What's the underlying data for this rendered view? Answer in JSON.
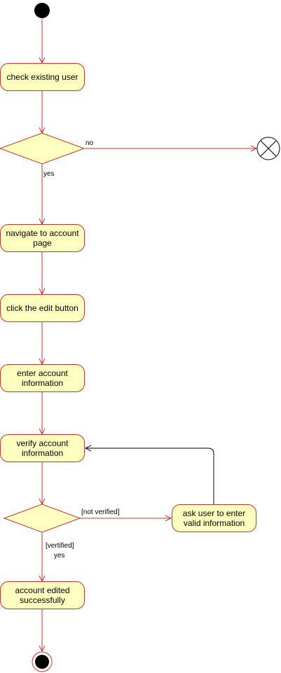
{
  "colors": {
    "flow": "#c4342c",
    "fill": "#ffffc0",
    "return": "#000000"
  },
  "activities": {
    "check_user": "check existing user",
    "navigate_line1": "navigate to account",
    "navigate_line2": "page",
    "click_edit": "click the edit button",
    "enter_line1": "enter account",
    "enter_line2": "information",
    "verify_line1": "verify account",
    "verify_line2": "information",
    "ask_line1": "ask user to enter",
    "ask_line2": "valid information",
    "edited_line1": "account edited",
    "edited_line2": "successfully"
  },
  "guards": {
    "no": "no",
    "yes": "yes",
    "not_verified": "[not verified]",
    "verified": "[vertified]",
    "verified_yes": "yes"
  }
}
